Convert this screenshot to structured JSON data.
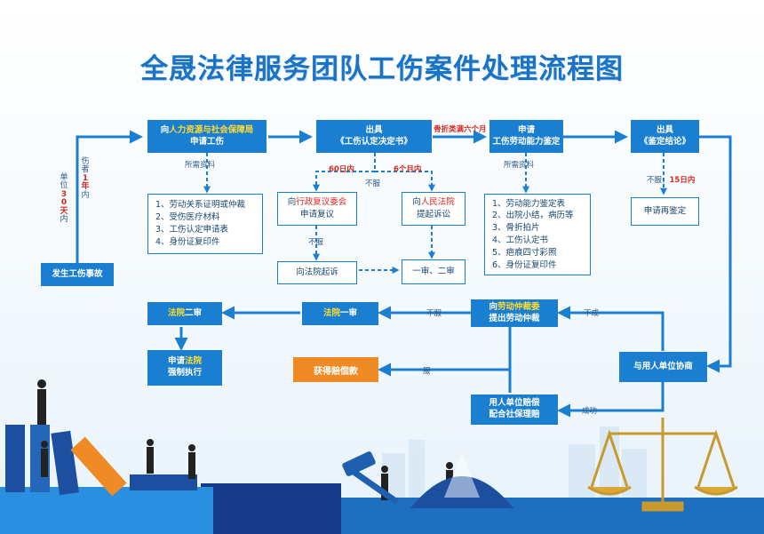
{
  "title": "全晟法律服务团队工伤案件处理流程图",
  "colors": {
    "primary": "#1a7fd1",
    "accent": "#f08a24",
    "highlight": "#ffdc2e",
    "note": "#d32a1f"
  },
  "boxes": {
    "apply_pre": "向",
    "apply_hl": "人力资源与社会保障局",
    "apply_line2": "申请工伤",
    "issue_decision_l1": "出具",
    "issue_decision_l2": "《工伤认定决定书》",
    "apply_assess_l1": "申请",
    "apply_assess_l2": "工伤劳动能力鉴定",
    "issue_conclusion_l1": "出具",
    "issue_conclusion_l2": "《鉴定结论》",
    "accident": "发生工伤事故",
    "review_pre": "向",
    "review_hl": "行政复议委会",
    "review_l2": "申请复议",
    "lawsuit_pre": "向",
    "lawsuit_hl": "人民法院",
    "lawsuit_l2": "提起诉讼",
    "sue_court": "向法院起诉",
    "trials": "一审、二审",
    "reassess": "申请再鉴定",
    "arb_pre": "向",
    "arb_hl": "劳动仲裁委",
    "arb_l2": "提出劳动仲裁",
    "first_hl": "法院",
    "first_post": "一审",
    "second_hl": "法院",
    "second_post": "二审",
    "exec_l1_pre": "申请",
    "exec_l1_hl": "法院",
    "exec_l2": "强制执行",
    "compensation": "获得赔偿款",
    "negotiate": "与用人单位协商",
    "employer_l1": "用人单位赔偿",
    "employer_l2": "配合社保理赔"
  },
  "lists": {
    "docs1": [
      "1、劳动关系证明或仲裁",
      "2、受伤医疗材料",
      "3、工伤认定申请表",
      "4、身份证复印件"
    ],
    "docs2": [
      "1、劳动能力鉴定表",
      "2、出院小结，病历等",
      "3、骨折拍片",
      "4、工伤认定书",
      "5、疤痕四寸彩照",
      "6、身份证复印件"
    ]
  },
  "labels": {
    "materials1": "所需资料",
    "materials2": "所需资料",
    "fracture": "骨折类满六个月",
    "days60": "60日内",
    "months6": "6个月内",
    "dissatisfied_top": "不服",
    "dissatisfied_review": "不服",
    "dissatisfied_15_pre": "不服，",
    "dissatisfied_15_hl": "15日内",
    "dissatisfied_arb": "不服",
    "dissatisfied_comp": "服",
    "fail": "不成",
    "success": "成功",
    "unit_30_a": "单位",
    "unit_30_b": "30天",
    "unit_30_c": "内",
    "injured_a": "伤者",
    "injured_b": "1年",
    "injured_c": "内"
  }
}
